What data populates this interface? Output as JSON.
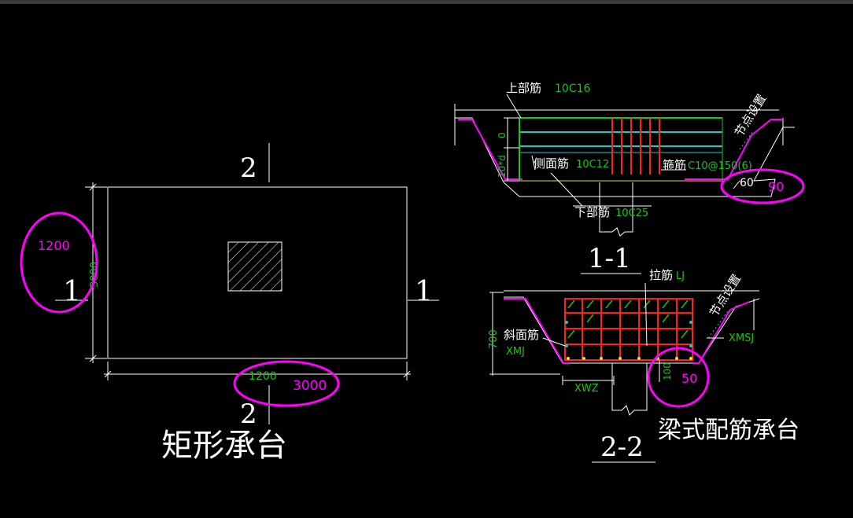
{
  "colors": {
    "background": "#000000",
    "line": "#ffffff",
    "green": "#19c419",
    "cyan": "#1ec8c8",
    "magenta": "#ff00ff",
    "red": "#ff2020",
    "yellow": "#f0e040",
    "orange": "#ffa000"
  },
  "plan": {
    "section_mark_top": "2",
    "section_mark_bottom": "2",
    "section_mark_left": "1",
    "section_mark_right": "1",
    "dim_height": "3000",
    "dim_width": "1200",
    "annot_left": "1200",
    "annot_bottom": "3000",
    "title": "矩形承台"
  },
  "section_1_1": {
    "top_bar_label": "上部筋",
    "top_bar_value": "10C16",
    "dim_zero": "0",
    "dim_side": "10*d",
    "side_bar_label": "侧面筋",
    "side_bar_value": "10C12",
    "stirrup_label": "箍筋",
    "stirrup_value": "C10@150(6)",
    "node_label": "节点设置",
    "angle": "60",
    "annot": "90",
    "bottom_bar_label": "下部筋",
    "bottom_bar_value": "10C25",
    "title": "1-1"
  },
  "section_2_2": {
    "tie_label": "拉筋",
    "tie_value": "LJ",
    "node_label": "节点设置",
    "height": "700",
    "slope_label": "斜面筋",
    "slope_value": "XMJ",
    "side_value": "XMSJ",
    "bottom_value": "XWZ",
    "dim_100": "100",
    "annot": "50",
    "title": "2-2",
    "caption": "梁式配筋承台"
  }
}
